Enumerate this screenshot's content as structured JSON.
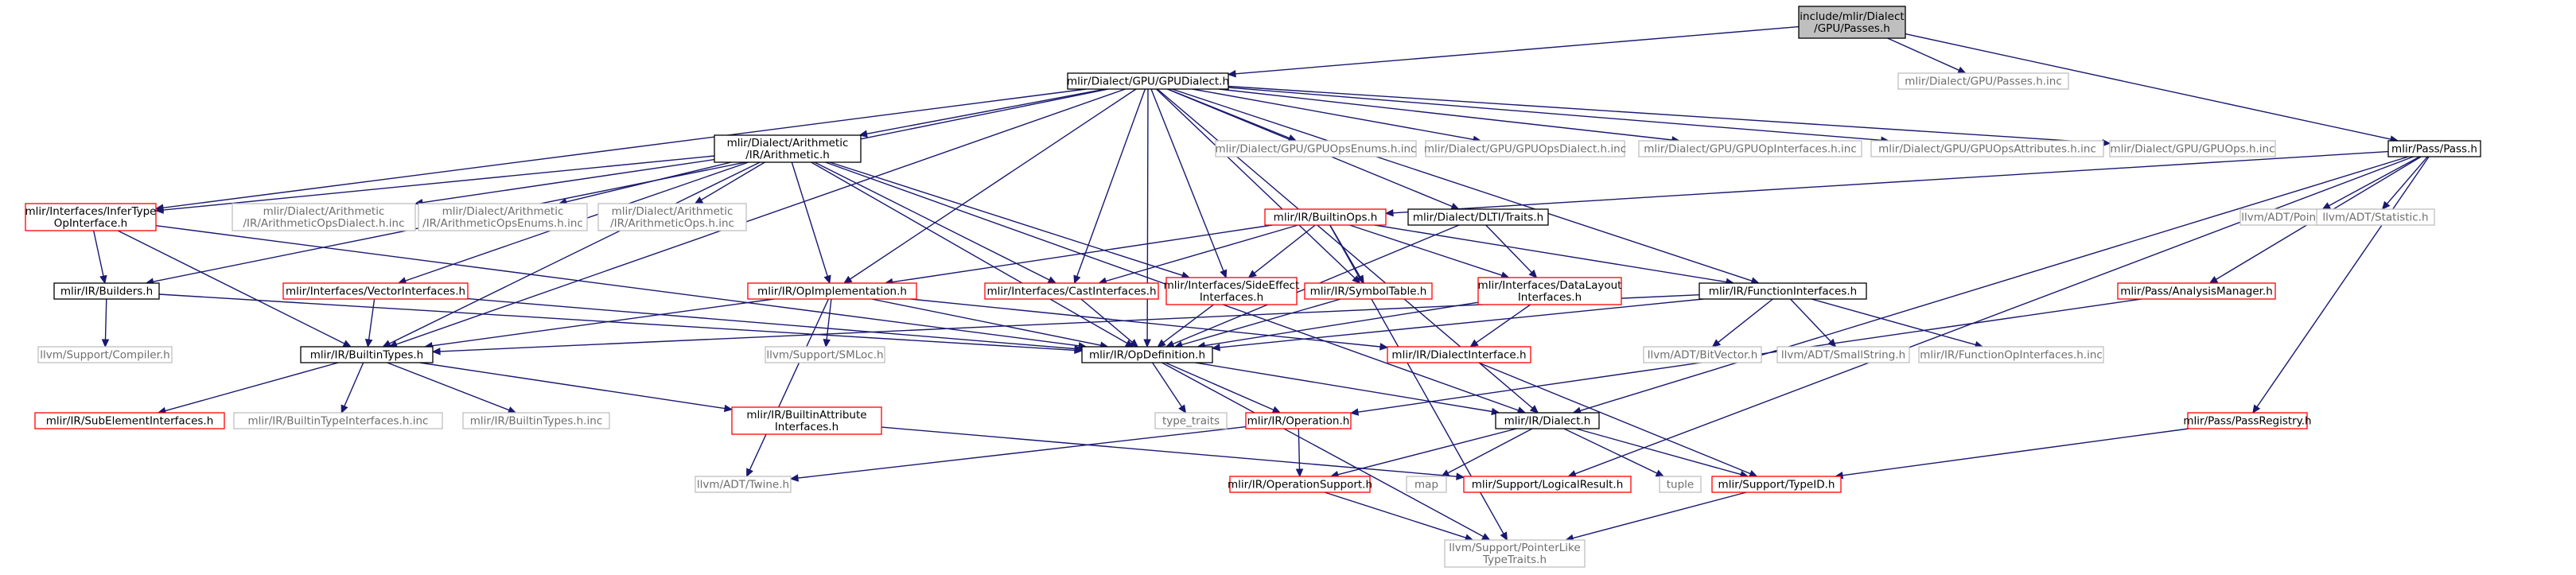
{
  "nodes": [
    {
      "id": "passes",
      "lines": [
        "include/mlir/Dialect",
        "/GPU/Passes.h"
      ],
      "style": "root"
    },
    {
      "id": "gpudialect",
      "lines": [
        "mlir/Dialect/GPU/GPUDialect.h"
      ],
      "style": "black"
    },
    {
      "id": "passes_inc",
      "lines": [
        "mlir/Dialect/GPU/Passes.h.inc"
      ],
      "style": "grey"
    },
    {
      "id": "arith",
      "lines": [
        "mlir/Dialect/Arithmetic",
        "/IR/Arithmetic.h"
      ],
      "style": "black"
    },
    {
      "id": "gpuopsenums",
      "lines": [
        "mlir/Dialect/GPU/GPUOpsEnums.h.inc"
      ],
      "style": "grey"
    },
    {
      "id": "gpuopsdialect",
      "lines": [
        "mlir/Dialect/GPU/GPUOpsDialect.h.inc"
      ],
      "style": "grey"
    },
    {
      "id": "gpuopinterfaces",
      "lines": [
        "mlir/Dialect/GPU/GPUOpInterfaces.h.inc"
      ],
      "style": "grey"
    },
    {
      "id": "gpuopsattrs",
      "lines": [
        "mlir/Dialect/GPU/GPUOpsAttributes.h.inc"
      ],
      "style": "grey"
    },
    {
      "id": "gpuops",
      "lines": [
        "mlir/Dialect/GPU/GPUOps.h.inc"
      ],
      "style": "grey"
    },
    {
      "id": "pass",
      "lines": [
        "mlir/Pass/Pass.h"
      ],
      "style": "black"
    },
    {
      "id": "infertype",
      "lines": [
        "mlir/Interfaces/InferType",
        "OpInterface.h"
      ],
      "style": "red"
    },
    {
      "id": "arithopsdialect",
      "lines": [
        "mlir/Dialect/Arithmetic",
        "/IR/ArithmeticOpsDialect.h.inc"
      ],
      "style": "grey"
    },
    {
      "id": "arithopsenums",
      "lines": [
        "mlir/Dialect/Arithmetic",
        "/IR/ArithmeticOpsEnums.h.inc"
      ],
      "style": "grey"
    },
    {
      "id": "arithops",
      "lines": [
        "mlir/Dialect/Arithmetic",
        "/IR/ArithmeticOps.h.inc"
      ],
      "style": "grey"
    },
    {
      "id": "builtinops",
      "lines": [
        "mlir/IR/BuiltinOps.h"
      ],
      "style": "red"
    },
    {
      "id": "dltitraits",
      "lines": [
        "mlir/Dialect/DLTI/Traits.h"
      ],
      "style": "black"
    },
    {
      "id": "ptrintpair",
      "lines": [
        "llvm/ADT/PointerIntPair.h"
      ],
      "style": "grey"
    },
    {
      "id": "statistic",
      "lines": [
        "llvm/ADT/Statistic.h"
      ],
      "style": "grey"
    },
    {
      "id": "builders",
      "lines": [
        "mlir/IR/Builders.h"
      ],
      "style": "black"
    },
    {
      "id": "vectorifaces",
      "lines": [
        "mlir/Interfaces/VectorInterfaces.h"
      ],
      "style": "red"
    },
    {
      "id": "opimpl",
      "lines": [
        "mlir/IR/OpImplementation.h"
      ],
      "style": "red"
    },
    {
      "id": "castifaces",
      "lines": [
        "mlir/Interfaces/CastInterfaces.h"
      ],
      "style": "red"
    },
    {
      "id": "sideeffect",
      "lines": [
        "mlir/Interfaces/SideEffect",
        "Interfaces.h"
      ],
      "style": "red"
    },
    {
      "id": "symboltable",
      "lines": [
        "mlir/IR/SymbolTable.h"
      ],
      "style": "red"
    },
    {
      "id": "datalayout",
      "lines": [
        "mlir/Interfaces/DataLayout",
        "Interfaces.h"
      ],
      "style": "red"
    },
    {
      "id": "funcifaces",
      "lines": [
        "mlir/IR/FunctionInterfaces.h"
      ],
      "style": "black"
    },
    {
      "id": "analysismgr",
      "lines": [
        "mlir/Pass/AnalysisManager.h"
      ],
      "style": "red"
    },
    {
      "id": "compiler",
      "lines": [
        "llvm/Support/Compiler.h"
      ],
      "style": "grey"
    },
    {
      "id": "builtintypes",
      "lines": [
        "mlir/IR/BuiltinTypes.h"
      ],
      "style": "black"
    },
    {
      "id": "smloc",
      "lines": [
        "llvm/Support/SMLoc.h"
      ],
      "style": "grey"
    },
    {
      "id": "opdef",
      "lines": [
        "mlir/IR/OpDefinition.h"
      ],
      "style": "black"
    },
    {
      "id": "dialectiface",
      "lines": [
        "mlir/IR/DialectInterface.h"
      ],
      "style": "red"
    },
    {
      "id": "bitvector",
      "lines": [
        "llvm/ADT/BitVector.h"
      ],
      "style": "grey"
    },
    {
      "id": "smallstring",
      "lines": [
        "llvm/ADT/SmallString.h"
      ],
      "style": "grey"
    },
    {
      "id": "funcopifaces_inc",
      "lines": [
        "mlir/IR/FunctionOpInterfaces.h.inc"
      ],
      "style": "grey"
    },
    {
      "id": "subelem",
      "lines": [
        "mlir/IR/SubElementInterfaces.h"
      ],
      "style": "red"
    },
    {
      "id": "builtintypeifaces_inc",
      "lines": [
        "mlir/IR/BuiltinTypeInterfaces.h.inc"
      ],
      "style": "grey"
    },
    {
      "id": "builtintypes_inc",
      "lines": [
        "mlir/IR/BuiltinTypes.h.inc"
      ],
      "style": "grey"
    },
    {
      "id": "builtinattrifaces",
      "lines": [
        "mlir/IR/BuiltinAttribute",
        "Interfaces.h"
      ],
      "style": "red"
    },
    {
      "id": "type_traits",
      "lines": [
        "type_traits"
      ],
      "style": "grey"
    },
    {
      "id": "operation",
      "lines": [
        "mlir/IR/Operation.h"
      ],
      "style": "red"
    },
    {
      "id": "dialect",
      "lines": [
        "mlir/IR/Dialect.h"
      ],
      "style": "black"
    },
    {
      "id": "passregistry",
      "lines": [
        "mlir/Pass/PassRegistry.h"
      ],
      "style": "red"
    },
    {
      "id": "twine",
      "lines": [
        "llvm/ADT/Twine.h"
      ],
      "style": "grey"
    },
    {
      "id": "opsupport",
      "lines": [
        "mlir/IR/OperationSupport.h"
      ],
      "style": "red"
    },
    {
      "id": "map",
      "lines": [
        "map"
      ],
      "style": "grey"
    },
    {
      "id": "logicalresult",
      "lines": [
        "mlir/Support/LogicalResult.h"
      ],
      "style": "red"
    },
    {
      "id": "tuple",
      "lines": [
        "tuple"
      ],
      "style": "grey"
    },
    {
      "id": "typeid",
      "lines": [
        "mlir/Support/TypeID.h"
      ],
      "style": "red"
    },
    {
      "id": "ptrliketraits",
      "lines": [
        "llvm/Support/PointerLike",
        "TypeTraits.h"
      ],
      "style": "grey"
    }
  ],
  "edges": [
    [
      "passes",
      "gpudialect"
    ],
    [
      "passes",
      "passes_inc"
    ],
    [
      "passes",
      "pass"
    ],
    [
      "gpudialect",
      "arith"
    ],
    [
      "gpudialect",
      "gpuopsenums"
    ],
    [
      "gpudialect",
      "gpuopsdialect"
    ],
    [
      "gpudialect",
      "gpuopinterfaces"
    ],
    [
      "gpudialect",
      "gpuopsattrs"
    ],
    [
      "gpudialect",
      "gpuops"
    ],
    [
      "gpudialect",
      "infertype"
    ],
    [
      "gpudialect",
      "builders"
    ],
    [
      "gpudialect",
      "builtintypes"
    ],
    [
      "gpudialect",
      "opimpl"
    ],
    [
      "gpudialect",
      "sideeffect"
    ],
    [
      "gpudialect",
      "symboltable"
    ],
    [
      "gpudialect",
      "dltitraits"
    ],
    [
      "gpudialect",
      "funcifaces"
    ],
    [
      "gpudialect",
      "opdef"
    ],
    [
      "gpudialect",
      "castifaces"
    ],
    [
      "gpudialect",
      "dialect"
    ],
    [
      "arith",
      "infertype"
    ],
    [
      "arith",
      "arithopsdialect"
    ],
    [
      "arith",
      "arithopsenums"
    ],
    [
      "arith",
      "arithops"
    ],
    [
      "arith",
      "vectorifaces"
    ],
    [
      "arith",
      "opimpl"
    ],
    [
      "arith",
      "castifaces"
    ],
    [
      "arith",
      "sideeffect"
    ],
    [
      "arith",
      "opdef"
    ],
    [
      "arith",
      "builtintypes"
    ],
    [
      "arith",
      "dialect"
    ],
    [
      "pass",
      "builtinops"
    ],
    [
      "pass",
      "ptrintpair"
    ],
    [
      "pass",
      "statistic"
    ],
    [
      "pass",
      "analysismgr"
    ],
    [
      "pass",
      "passregistry"
    ],
    [
      "pass",
      "logicalresult"
    ],
    [
      "pass",
      "dialect"
    ],
    [
      "infertype",
      "builders"
    ],
    [
      "infertype",
      "builtintypes"
    ],
    [
      "infertype",
      "opdef"
    ],
    [
      "builtinops",
      "opimpl"
    ],
    [
      "builtinops",
      "castifaces"
    ],
    [
      "builtinops",
      "sideeffect"
    ],
    [
      "builtinops",
      "symboltable"
    ],
    [
      "builtinops",
      "datalayout"
    ],
    [
      "builtinops",
      "funcifaces"
    ],
    [
      "builtinops",
      "ptrliketraits"
    ],
    [
      "dltitraits",
      "datalayout"
    ],
    [
      "dltitraits",
      "opdef"
    ],
    [
      "builders",
      "compiler"
    ],
    [
      "builders",
      "opdef"
    ],
    [
      "vectorifaces",
      "builtintypes"
    ],
    [
      "vectorifaces",
      "opdef"
    ],
    [
      "opimpl",
      "builtintypes"
    ],
    [
      "opimpl",
      "smloc"
    ],
    [
      "opimpl",
      "opdef"
    ],
    [
      "opimpl",
      "dialectiface"
    ],
    [
      "opimpl",
      "twine"
    ],
    [
      "castifaces",
      "opdef"
    ],
    [
      "sideeffect",
      "opdef"
    ],
    [
      "symboltable",
      "opdef"
    ],
    [
      "datalayout",
      "dialectiface"
    ],
    [
      "datalayout",
      "opdef"
    ],
    [
      "funcifaces",
      "builtintypes"
    ],
    [
      "funcifaces",
      "opdef"
    ],
    [
      "funcifaces",
      "bitvector"
    ],
    [
      "funcifaces",
      "smallstring"
    ],
    [
      "funcifaces",
      "funcopifaces_inc"
    ],
    [
      "analysismgr",
      "operation"
    ],
    [
      "builtintypes",
      "subelem"
    ],
    [
      "builtintypes",
      "builtintypeifaces_inc"
    ],
    [
      "builtintypes",
      "builtintypes_inc"
    ],
    [
      "builtintypes",
      "builtinattrifaces"
    ],
    [
      "opdef",
      "type_traits"
    ],
    [
      "opdef",
      "operation"
    ],
    [
      "opdef",
      "dialect"
    ],
    [
      "opdef",
      "ptrliketraits"
    ],
    [
      "dialectiface",
      "typeid"
    ],
    [
      "builtinattrifaces",
      "logicalresult"
    ],
    [
      "operation",
      "twine"
    ],
    [
      "operation",
      "opsupport"
    ],
    [
      "dialect",
      "opsupport"
    ],
    [
      "dialect",
      "map"
    ],
    [
      "dialect",
      "tuple"
    ],
    [
      "dialect",
      "typeid"
    ],
    [
      "passregistry",
      "typeid"
    ],
    [
      "opsupport",
      "ptrliketraits"
    ],
    [
      "typeid",
      "ptrliketraits"
    ]
  ]
}
